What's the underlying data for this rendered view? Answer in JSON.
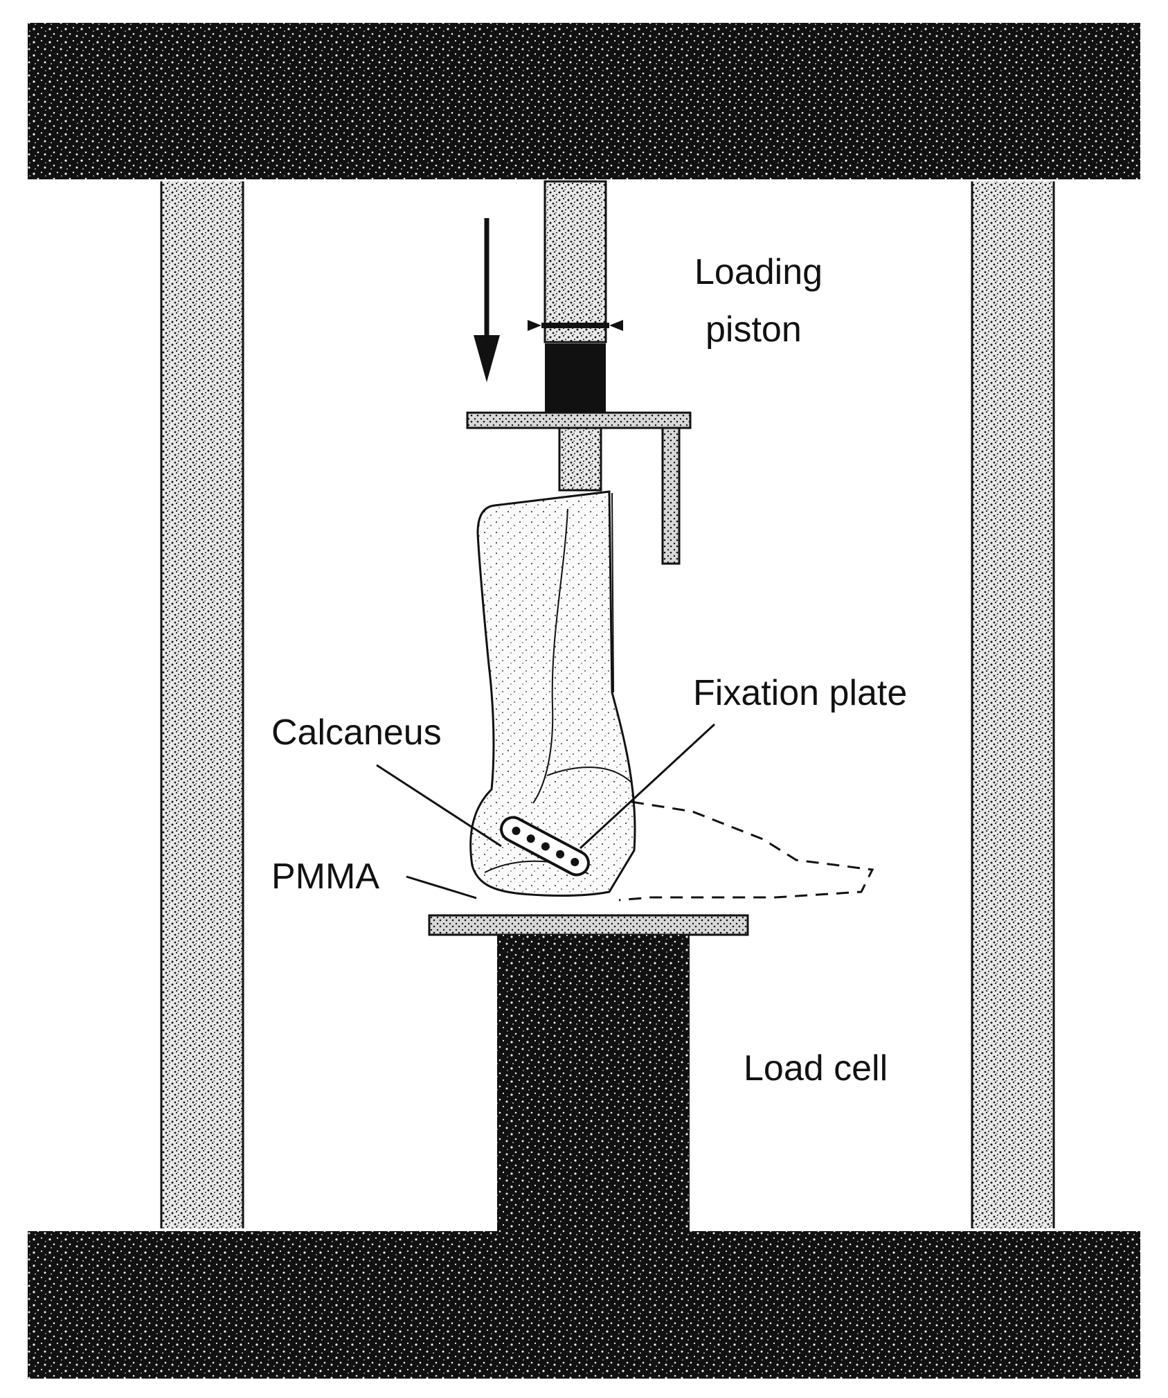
{
  "labels": {
    "loading_piston_line1": "Loading",
    "loading_piston_line2": "piston",
    "fixation_plate": "Fixation plate",
    "calcaneus": "Calcaneus",
    "pmma": "PMMA",
    "load_cell": "Load cell"
  },
  "colors": {
    "ink": "#111111",
    "paper": "#ffffff",
    "speckle": "#f2f2f2"
  }
}
